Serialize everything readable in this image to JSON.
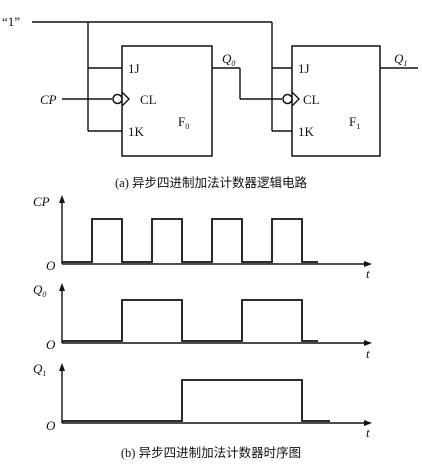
{
  "circuit": {
    "logic_one_label": "“1”",
    "clock_input_label": "CP",
    "ff0": {
      "j_label": "1J",
      "cl_label": "CL",
      "k_label": "1K",
      "name": "F",
      "name_sub": "0"
    },
    "ff1": {
      "j_label": "1J",
      "cl_label": "CL",
      "k_label": "1K",
      "name": "F",
      "name_sub": "1"
    },
    "q0_label": "Q",
    "q0_sub": "0",
    "q1_label": "Q",
    "q1_sub": "1",
    "caption": "(a) 异步四进制加法计数器逻辑电路"
  },
  "timing": {
    "origin_label": "O",
    "time_label": "t",
    "cp_label": "CP",
    "q0_label": "Q",
    "q0_sub": "0",
    "q1_label": "Q",
    "q1_sub": "1",
    "cp_states": [
      0,
      1,
      0,
      1,
      0,
      1,
      0,
      1,
      0
    ],
    "q0_states": [
      0,
      1,
      0,
      1,
      0
    ],
    "q1_states": [
      0,
      1,
      0
    ],
    "caption": "(b) 异步四进制加法计数器时序图"
  }
}
